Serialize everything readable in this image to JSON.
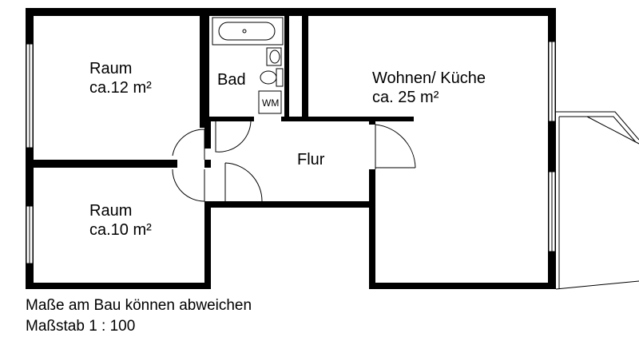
{
  "rooms": {
    "room_top_left": {
      "name": "Raum",
      "area": "ca.12 m²"
    },
    "room_bottom_left": {
      "name": "Raum",
      "area": "ca.10 m²"
    },
    "bath": {
      "name": "Bad",
      "appliance": "WM"
    },
    "hall": {
      "name": "Flur"
    },
    "living": {
      "name": "Wohnen/ Küche",
      "area": "ca. 25 m²"
    }
  },
  "notes": {
    "disclaimer": "Maße am Bau können abweichen",
    "scale": "Maßstab 1 : 100"
  }
}
